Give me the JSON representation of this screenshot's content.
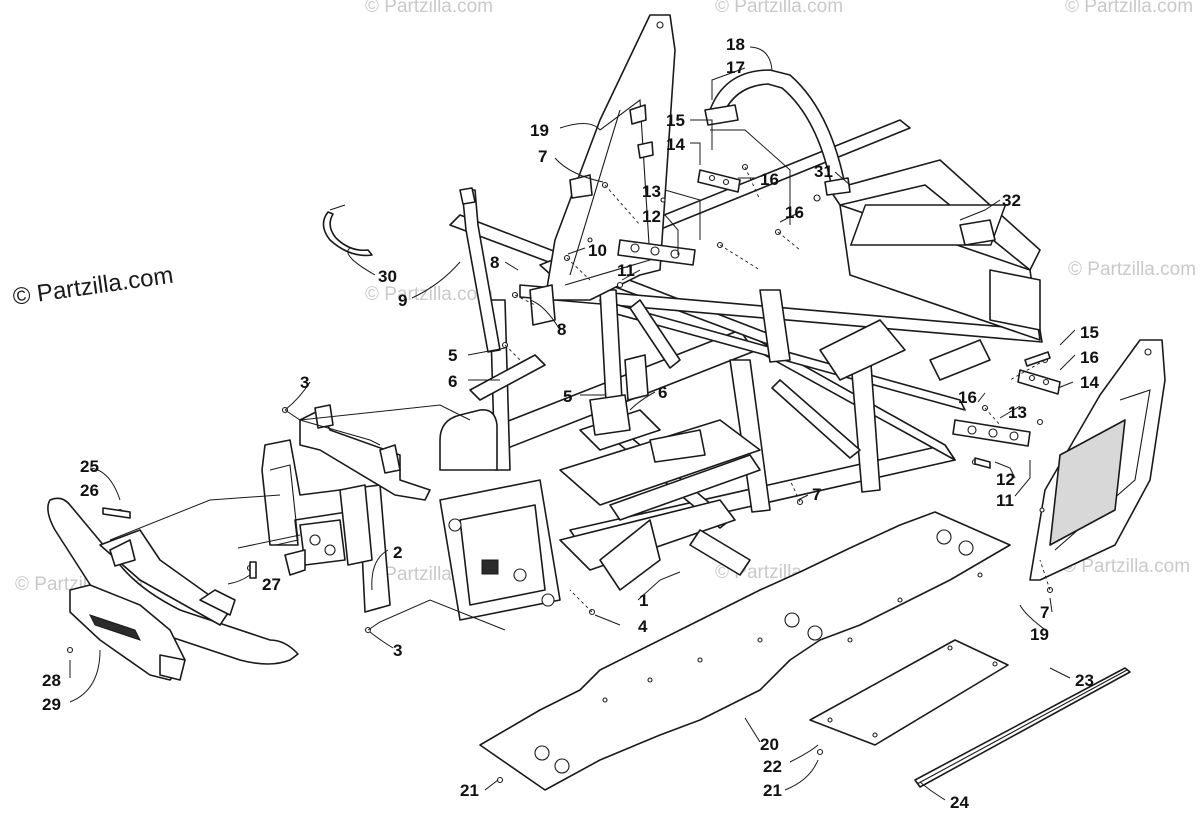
{
  "watermark": {
    "text": "© Partzilla.com",
    "brand_color": "#1a1a1a",
    "ghost_color": "#c9c9c9"
  },
  "callouts": {
    "c1": "1",
    "c2": "2",
    "c3a": "3",
    "c3b": "3",
    "c4": "4",
    "c5a": "5",
    "c5b": "5",
    "c6a": "6",
    "c6b": "6",
    "c7a": "7",
    "c7b": "7",
    "c7c": "7",
    "c8a": "8",
    "c8b": "8",
    "c9": "9",
    "c10": "10",
    "c11a": "11",
    "c11b": "11",
    "c12a": "12",
    "c12b": "12",
    "c13a": "13",
    "c13b": "13",
    "c14a": "14",
    "c14b": "14",
    "c15a": "15",
    "c15b": "15",
    "c16a": "16",
    "c16b": "16",
    "c16c": "16",
    "c16d": "16",
    "c17": "17",
    "c18": "18",
    "c19a": "19",
    "c19b": "19",
    "c20": "20",
    "c21a": "21",
    "c21b": "21",
    "c22": "22",
    "c23": "23",
    "c24": "24",
    "c25": "25",
    "c26": "26",
    "c27": "27",
    "c28": "28",
    "c29": "29",
    "c30": "30",
    "c31": "31",
    "c32": "32"
  }
}
